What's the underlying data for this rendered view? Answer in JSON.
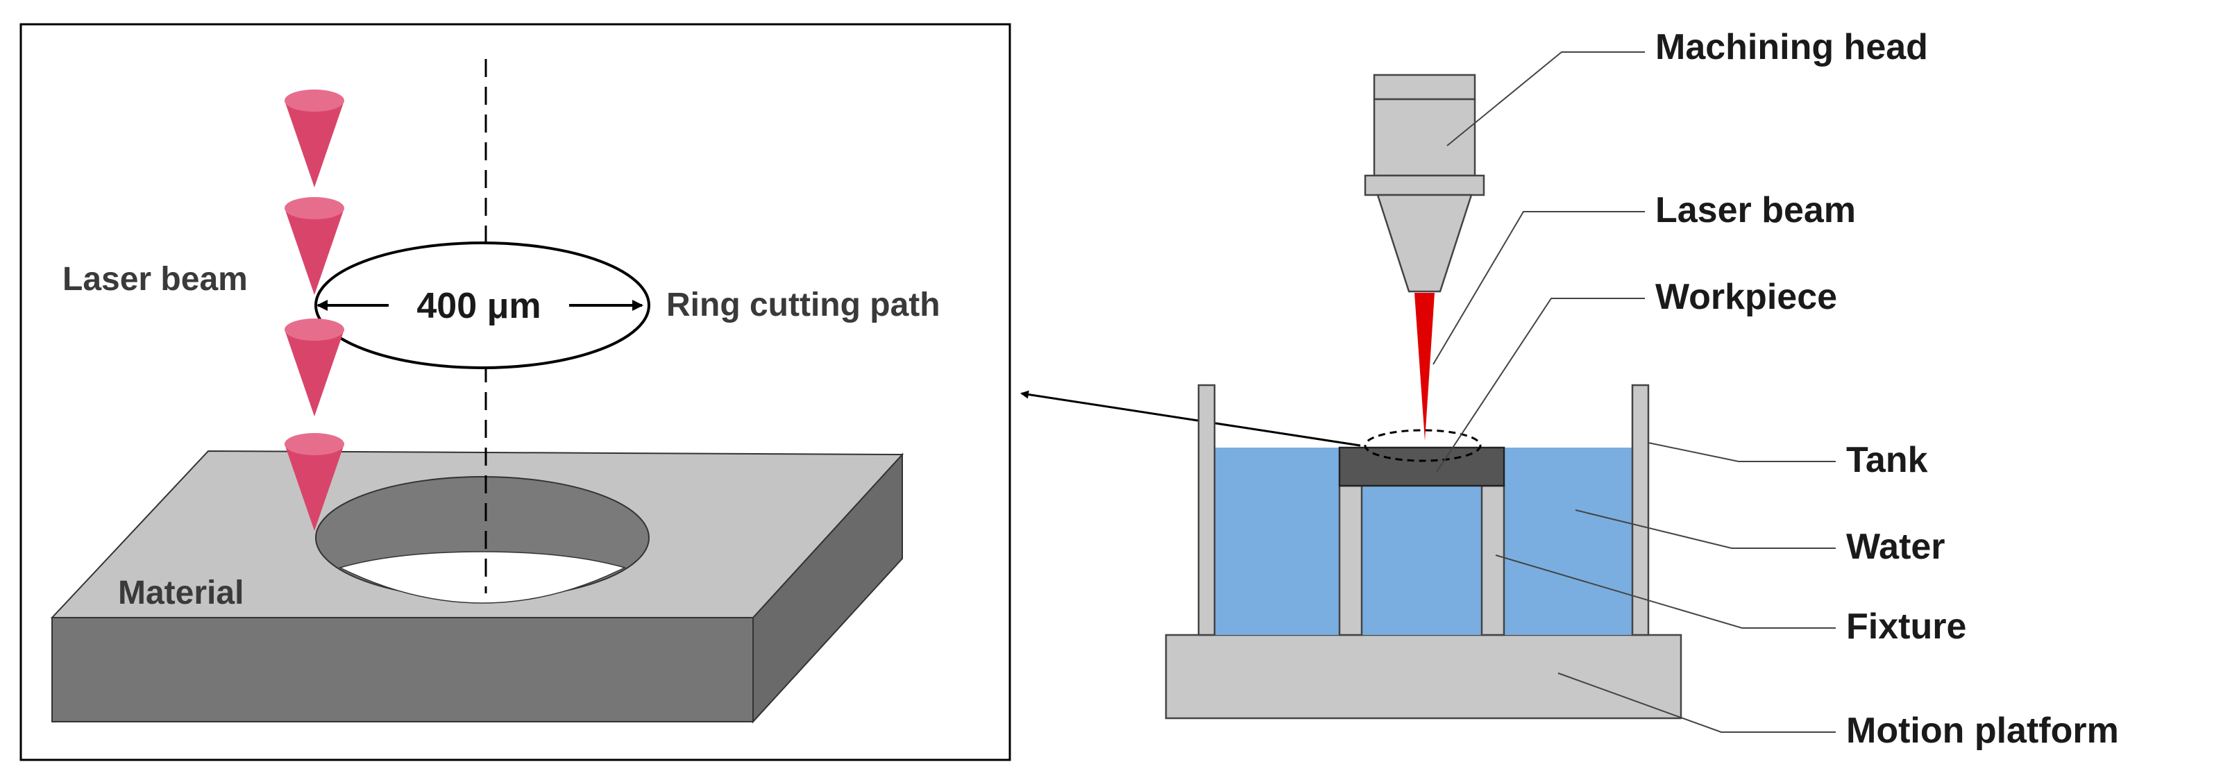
{
  "detail_view": {
    "laser_beam_label": "Laser beam",
    "diameter_label": "400 μm",
    "path_label": "Ring cutting path",
    "material_label": "Material"
  },
  "setup_view": {
    "labels": {
      "machining_head": "Machining head",
      "laser_beam": "Laser beam",
      "workpiece": "Workpiece",
      "tank": "Tank",
      "water": "Water",
      "fixture": "Fixture",
      "motion_platform": "Motion platform"
    }
  },
  "colors": {
    "beam_cone": "#d9456a",
    "laser_red": "#e00000",
    "water": "#7aaee0",
    "metal_light": "#c8c8c8",
    "material_top": "#c4c4c4",
    "material_side": "#777777",
    "workpiece": "#555555"
  }
}
